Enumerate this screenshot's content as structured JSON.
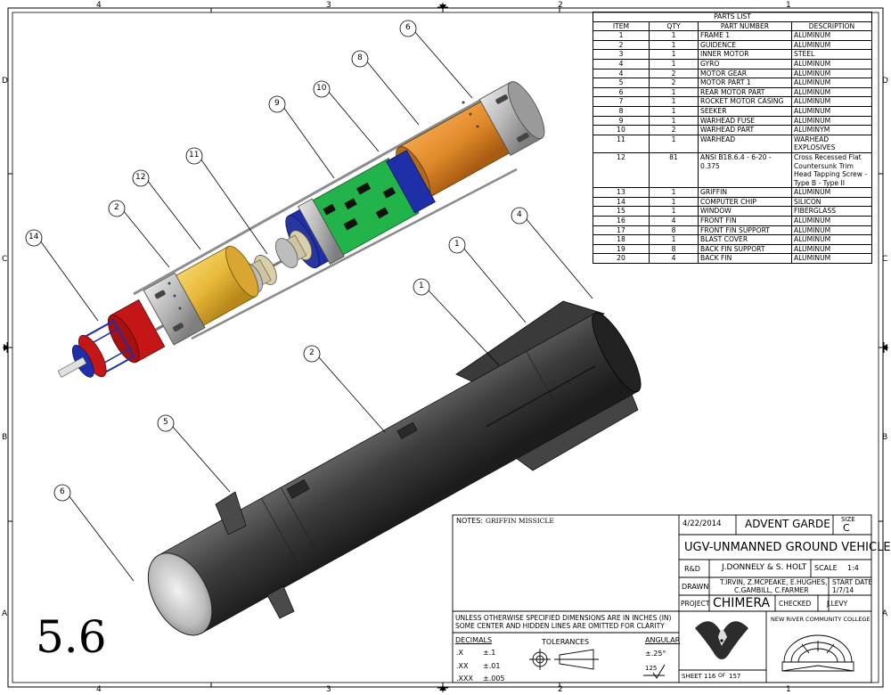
{
  "sheet": {
    "zone_numbers": [
      "4",
      "3",
      "2",
      "1"
    ],
    "zone_letters": [
      "D",
      "C",
      "B",
      "A"
    ],
    "label": "5.6"
  },
  "parts_list": {
    "title": "PARTS LIST",
    "headers": [
      "ITEM",
      "QTY",
      "PART NUMBER",
      "DESCRIPTION"
    ],
    "rows": [
      [
        "1",
        "1",
        "FRAME 1",
        "ALUMINUM"
      ],
      [
        "2",
        "1",
        "GUIDENCE",
        "ALUMINUM"
      ],
      [
        "3",
        "1",
        "INNER MOTOR",
        "STEEL"
      ],
      [
        "4",
        "1",
        "GYRO",
        "ALUMINUM"
      ],
      [
        "4",
        "2",
        "MOTOR GEAR",
        "ALUMINUM"
      ],
      [
        "5",
        "2",
        "MOTOR PART 1",
        "ALUMINUM"
      ],
      [
        "6",
        "1",
        "REAR MOTOR PART",
        "ALUMINUM"
      ],
      [
        "7",
        "1",
        "ROCKET MOTOR CASING",
        "ALUMINUM"
      ],
      [
        "8",
        "1",
        "SEEKER",
        "ALUMINUM"
      ],
      [
        "9",
        "1",
        "WARHEAD FUSE",
        "ALUMINUM"
      ],
      [
        "10",
        "2",
        "WARHEAD PART",
        "ALUMINYM"
      ],
      [
        "11",
        "1",
        "WARHEAD",
        "WARHEAD EXPLOSIVES"
      ],
      [
        "12",
        "81",
        "ANSI B18.6.4 - 6-20 - 0.375",
        "Cross Recessed Flat Countersunk Trim Head Tapping Screw - Type B - Type II"
      ],
      [
        "13",
        "1",
        "GRIFFIN",
        "ALUMINUM"
      ],
      [
        "14",
        "1",
        "COMPUTER CHIP",
        "SILICON"
      ],
      [
        "15",
        "1",
        "WINDOW",
        "FIBERGLASS"
      ],
      [
        "16",
        "4",
        "FRONT FIN",
        "ALUMINUM"
      ],
      [
        "17",
        "8",
        "FRONT FIN SUPPORT",
        "ALUMINUM"
      ],
      [
        "18",
        "1",
        "BLAST COVER",
        "ALUMINUM"
      ],
      [
        "19",
        "8",
        "BACK FIN SUPPORT",
        "ALUMINUM"
      ],
      [
        "20",
        "4",
        "BACK FIN",
        "ALUMINUM"
      ]
    ]
  },
  "callouts": {
    "exploded": [
      "6",
      "8",
      "10",
      "9",
      "11",
      "12",
      "2",
      "14",
      "4"
    ],
    "assembled": [
      "1",
      "1",
      "2",
      "5",
      "6"
    ]
  },
  "title_block": {
    "notes_label": "NOTES:",
    "notes_text": "GRIFFIN MISSICLE",
    "date": "4/22/2014",
    "company": "ADVENT GARDE",
    "size_label": "SIZE",
    "size_value": "C",
    "title": "UGV-UNMANNED GROUND VEHICLE",
    "rd_label": "R&D",
    "rd_value": "J.DONNELY & S. HOLT",
    "scale_label": "SCALE",
    "scale_value": "1:4",
    "drawn_label": "DRAWN",
    "drawn_line1": "T.IRVIN, Z.MCPEAKE, E.HUGHES,",
    "drawn_line2": "C.GAMBILL, C.FARMER",
    "start_date_label": "START DATE",
    "start_date_value": "1/7/14",
    "project_label": "PROJECT",
    "project_value": "CHIMERA",
    "checked_label": "CHECKED",
    "checked_value": "J.LEVY",
    "college": "NEW RIVER COMMUNITY COLLEGE",
    "unless_line1": "UNLESS OTHERWISE SPECIFIED DIMENSIONS ARE IN INCHES (IN)",
    "unless_line2": "SOME CENTER AND HIDDEN LINES ARE OMITTED FOR CLARITY",
    "decimals_label": "DECIMALS",
    "tolerances_label": "TOLERANCES",
    "angular_label": "ANGULAR",
    "dec_rows": [
      {
        "k": ".X",
        "v": "±.1"
      },
      {
        "k": ".XX",
        "v": "±.01"
      },
      {
        "k": ".XXX",
        "v": "±.005"
      }
    ],
    "angular_value": "±.25°",
    "finish_value": "125",
    "sheet_label": "SHEET",
    "sheet_value": "116",
    "of_label": "OF",
    "of_value": "157"
  },
  "colors": {
    "gold": "#e8b93a",
    "orange": "#e08a2a",
    "green": "#22b34a",
    "blue": "#1f2fa8",
    "red": "#c41616",
    "gray": "#b8b8b8",
    "body_dark": "#3d3d3d"
  }
}
